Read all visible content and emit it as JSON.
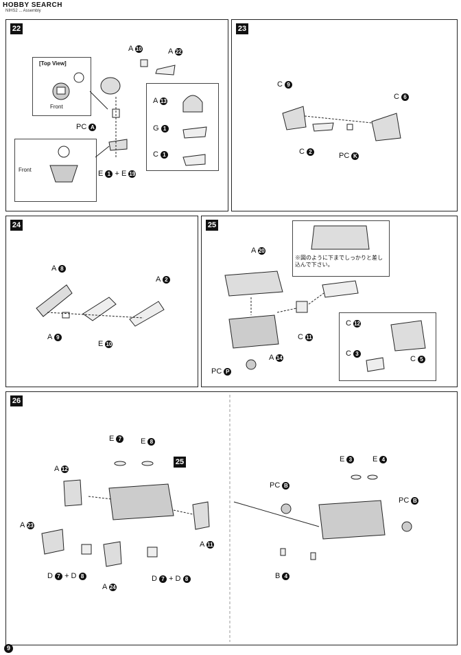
{
  "header": {
    "site": "HOBBY SEARCH",
    "subtitle": "NIHS2 ... Assembly"
  },
  "page_number": "9",
  "steps": {
    "s22": {
      "num": "22",
      "top_view": "[Top View]",
      "front": "Front",
      "front2": "Front",
      "labels": [
        "A",
        "10",
        "A",
        "22",
        "A",
        "13",
        "G",
        "1",
        "C",
        "1",
        "PC",
        "A",
        "E",
        "1",
        "+ E",
        "19"
      ]
    },
    "s23": {
      "num": "23",
      "labels": [
        "C",
        "9",
        "C",
        "6",
        "C",
        "2",
        "PC",
        "K"
      ]
    },
    "s24": {
      "num": "24",
      "labels": [
        "A",
        "8",
        "A",
        "2",
        "A",
        "9",
        "E",
        "10"
      ]
    },
    "s25": {
      "num": "25",
      "note": "※図のように下までしっかりと差し込んで下さい。",
      "labels": [
        "A",
        "20",
        "C",
        "11",
        "A",
        "14",
        "PC",
        "P",
        "C",
        "12",
        "C",
        "3",
        "C",
        "5"
      ]
    },
    "s26": {
      "num": "26",
      "ref": "25",
      "labels": [
        "E",
        "7",
        "E",
        "8",
        "A",
        "12",
        "A",
        "23",
        "A",
        "11",
        "D",
        "7",
        "+ D",
        "8",
        "A",
        "24",
        "D",
        "7",
        "+ D",
        "8"
      ]
    },
    "s26b": {
      "labels": [
        "E",
        "3",
        "E",
        "4",
        "PC",
        "B",
        "PC",
        "B",
        "B",
        "4"
      ]
    }
  }
}
